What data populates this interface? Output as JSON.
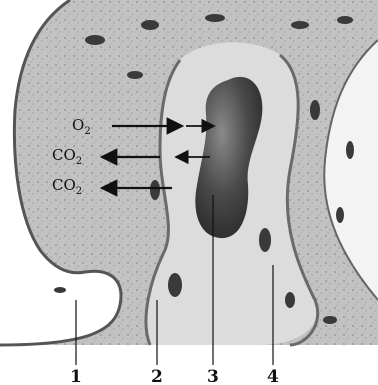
{
  "gas_labels": {
    "o2": {
      "base": "O",
      "sub": "2"
    },
    "co2_top": {
      "base": "CO",
      "sub": "2"
    },
    "co2_bottom": {
      "base": "CO",
      "sub": "2"
    }
  },
  "part_labels": [
    "1",
    "2",
    "3",
    "4"
  ],
  "colors": {
    "background": "#ffffff",
    "tissue": "#b9b9b9",
    "capillary_lumen": "#dcdcdc",
    "cell_nucleus": "#3a3a3a",
    "red_blood_cell": "#454545",
    "line": "#111111"
  },
  "icons": [
    "arrow-right-icon",
    "arrow-left-icon"
  ]
}
